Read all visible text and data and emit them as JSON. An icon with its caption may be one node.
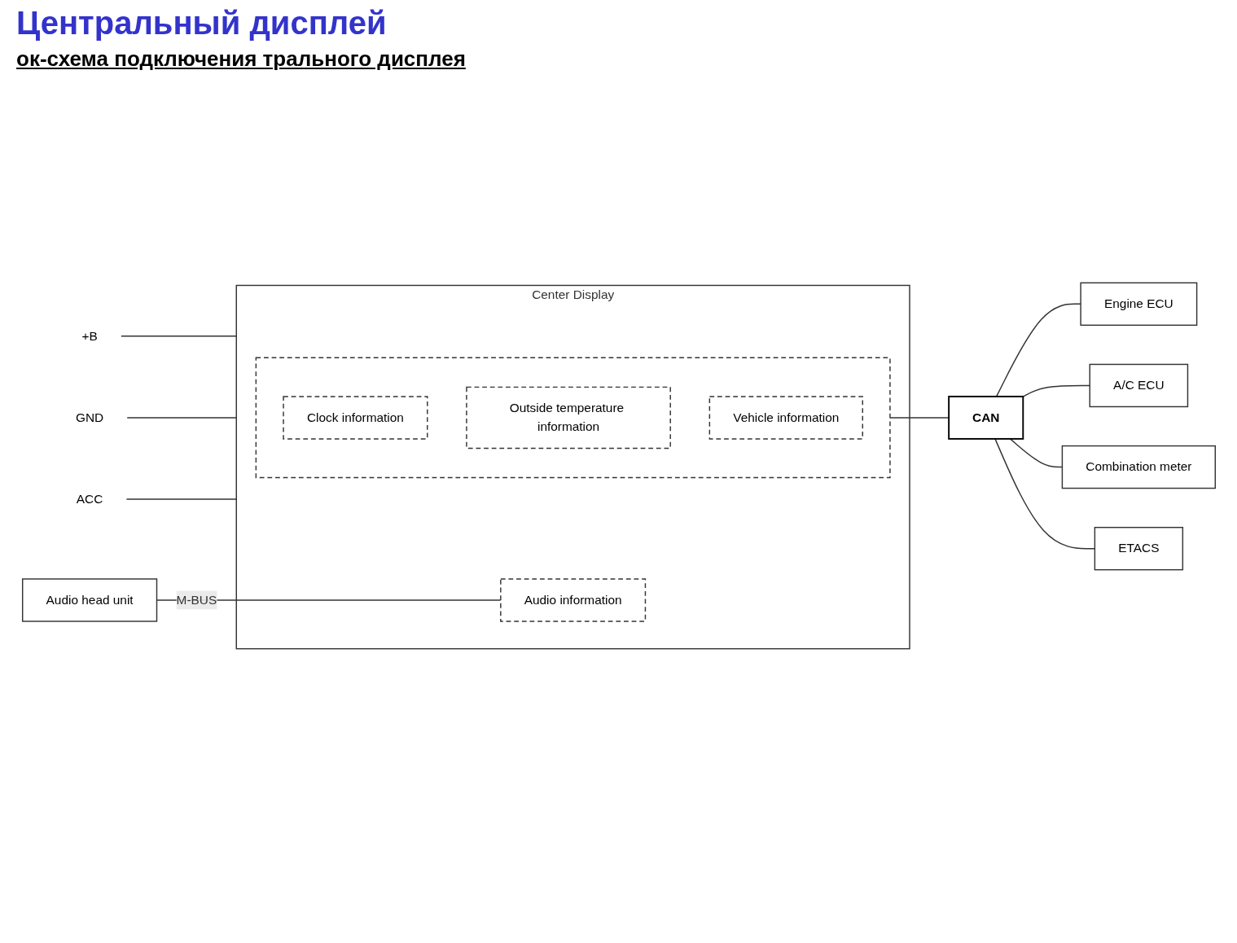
{
  "diagram": {
    "title": "Центральный дисплей",
    "nodes": [
      {
        "text": [
          "Center Display"
        ]
      },
      {
        "text": [],
        "shape": "box",
        "in": 0
      },
      {
        "text": [
          "Clock information"
        ],
        "in": 1
      },
      {
        "text": [
          "Outside temperature information"
        ],
        "in": 1
      },
      {
        "text": [
          "Vehicle information"
        ],
        "in": 1
      },
      {
        "text": [
          "Audio information"
        ],
        "in": 0
      },
      {
        "text": [
          "Audio head unit"
        ]
      },
      {
        "text": [
          "CAN"
        ]
      },
      {
        "text": [
          "Engine ECU"
        ]
      },
      {
        "text": [
          "A/C ECU"
        ]
      },
      {
        "text": [
          "Combination meter"
        ]
      },
      {
        "text": [
          "ETACS"
        ]
      },
      {
        "text": [
          "+B"
        ]
      },
      {
        "text": [
          "GND"
        ]
      },
      {
        "text": [
          "ACC"
        ]
      }
    ],
    "edges": [
      {
        "from": 12,
        "to": 0,
        "arrow": "none"
      },
      {
        "from": 13,
        "to": 0,
        "arrow": "none"
      },
      {
        "from": 14,
        "to": 0,
        "arrow": "none"
      },
      {
        "from": 6,
        "to": 5,
        "label": "M-BUS",
        "arrow": "none"
      },
      {
        "from": 1,
        "to": 7,
        "arrow": "none"
      },
      {
        "from": 7,
        "to": 8,
        "arrow": "none"
      },
      {
        "from": 7,
        "to": 9,
        "arrow": "none"
      },
      {
        "from": 7,
        "to": 10,
        "arrow": "none"
      },
      {
        "from": 7,
        "to": 11,
        "arrow": "none"
      }
    ],
    "labels": [
      "ок-схема подключения трального дисплея"
    ]
  }
}
